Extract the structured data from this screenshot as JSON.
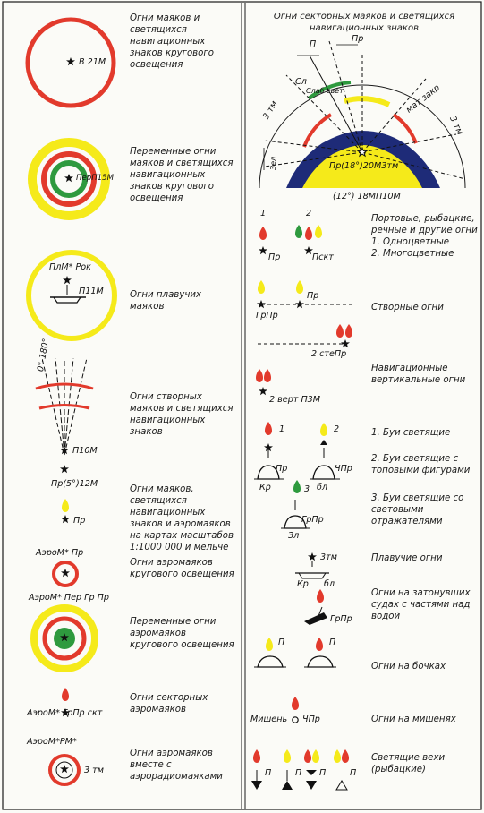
{
  "left_column": {
    "entries": [
      {
        "text": "Огни маяков и светящихся навигационных знаков кругового освещения",
        "code": "В 21М"
      },
      {
        "text": "Переменные огни маяков и светящихся навигационных знаков кругового освещения",
        "code": "ПерП15М"
      },
      {
        "text": "Огни плавучих маяков",
        "codes": [
          "ПлМ* Рок",
          "П11М"
        ]
      },
      {
        "text": "Огни створных маяков и светящихся навигационных знаков",
        "codes": [
          "0°-180°",
          "П10М",
          "Пр(5°)12М"
        ]
      },
      {
        "text": "Огни маяков, светящихся навигационных знаков и аэромаяков на картах масштабов 1:1000 000 и мельче",
        "code": "Пр"
      },
      {
        "text": "Огни аэромаяков кругового освещения",
        "code": "АэроМ* Пр"
      },
      {
        "text": "Переменные огни аэромаяков кругового освещения",
        "code": "АэроМ* Пер Гр Пр"
      },
      {
        "text": "Огни секторных аэромаяков",
        "code": "АэроМ* ГрПр скт"
      },
      {
        "text": "Огни аэромаяков вместе с аэрорадиомаяками",
        "codes": [
          "АэроМ*РМ*",
          "3 тм"
        ]
      }
    ]
  },
  "right_column": {
    "sector": {
      "title": "Огни секторных маяков и светящихся навигационных знаков",
      "labels": [
        "П",
        "Пр",
        "Сл",
        "Слаб свет",
        "3 тм",
        "мат закр",
        "3 тм",
        "Зел",
        "Пр(18°)20М3тм",
        "(12°) 18МП10М"
      ]
    },
    "entries": [
      {
        "text": "Портовые, рыбацкие, речные и другие огни",
        "sub": [
          "1. Одноцветные",
          "2. Многоцветные"
        ],
        "codes": [
          "1",
          "2",
          "Пр",
          "Пскт"
        ]
      },
      {
        "text": "Створные огни",
        "codes": [
          "Пр",
          "ГрПр"
        ]
      },
      {
        "text": "",
        "codes": [
          "2 стеПр"
        ]
      },
      {
        "text": "Навигационные вертикальные огни",
        "codes": [
          "2 верт П3М"
        ]
      },
      {
        "text": "1. Буи светящие",
        "codes": [
          "1",
          "2"
        ]
      },
      {
        "text": "2. Буи светящие с топовыми фигурами",
        "codes": [
          "Кр",
          "Пр",
          "ЧПр",
          "бл"
        ]
      },
      {
        "text": "3. Буи светящие со световыми отражателями",
        "codes": [
          "3",
          "ГрПр",
          "Зл"
        ]
      },
      {
        "text": "Плавучие огни",
        "codes": [
          "3тм",
          "Кр",
          "бл"
        ]
      },
      {
        "text": "Огни на затонувших судах с частями над водой",
        "codes": [
          "ГрПр"
        ]
      },
      {
        "text": "Огни на бочках",
        "codes": [
          "П",
          "П"
        ]
      },
      {
        "text": "Огни на мишенях",
        "codes": [
          "Мишень",
          "ЧПр"
        ]
      },
      {
        "text": "Светящие вехи (рыбацкие)",
        "codes": [
          "П",
          "П",
          "П",
          "П"
        ]
      }
    ]
  },
  "colors": {
    "red": "#e23a2c",
    "yellow": "#f5ea1a",
    "green": "#2e9a3e",
    "navy": "#1e2b78",
    "ink": "#1b1b1b",
    "paper": "#fbfbf7"
  }
}
